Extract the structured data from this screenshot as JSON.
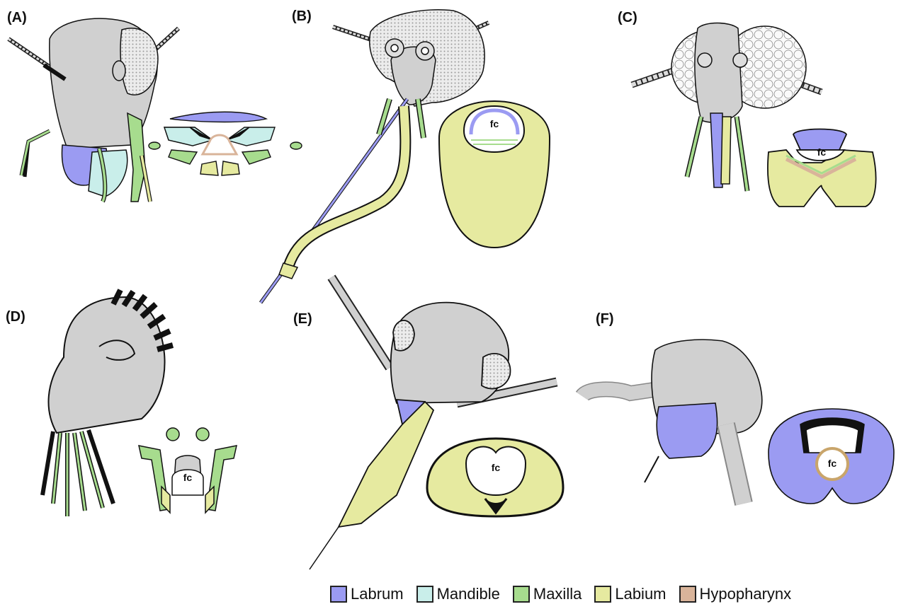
{
  "panels": [
    {
      "label": "(A)"
    },
    {
      "label": "(B)",
      "section_label": "fc"
    },
    {
      "label": "(C)",
      "section_label": "fc"
    },
    {
      "label": "(D)",
      "section_label": "fc"
    },
    {
      "label": "(E)",
      "section_label": "fc"
    },
    {
      "label": "(F)",
      "section_label": "fc"
    }
  ],
  "legend": [
    {
      "label": "Labrum",
      "color": "#9b9bf2"
    },
    {
      "label": "Mandible",
      "color": "#c9eeea"
    },
    {
      "label": "Maxilla",
      "color": "#a7dc8e"
    },
    {
      "label": "Labium",
      "color": "#e6eaa0"
    },
    {
      "label": "Hypopharynx",
      "color": "#d9b49a"
    }
  ],
  "colors": {
    "head": "#d0d0d0",
    "eye": "#efefef",
    "outline": "#111111"
  }
}
